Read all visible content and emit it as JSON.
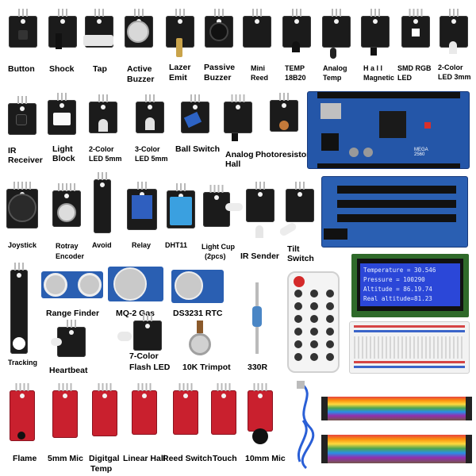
{
  "labels": {
    "button": "Button",
    "shock": "Shock",
    "tap": "Tap",
    "active_buzzer": [
      "Active",
      "Buzzer"
    ],
    "laser_emit": [
      "Lazer",
      "Emit"
    ],
    "passive_buzzer": [
      "Passive",
      "Buzzer"
    ],
    "mini_reed": [
      "Mini",
      "Reed"
    ],
    "temp": [
      "TEMP",
      "18B20"
    ],
    "analog_temp": [
      "Analog",
      "Temp"
    ],
    "hall_magnetic": [
      "H a l l",
      "Magnetic"
    ],
    "smd_rgb": [
      "SMD RGB",
      "LED"
    ],
    "two_color_3mm": [
      "2-Color",
      "LED 3mm"
    ],
    "ir_receiver": [
      "IR",
      "Receiver"
    ],
    "light_block": [
      "Light",
      "Block"
    ],
    "two_color_5mm": [
      "2-Color",
      "LED 5mm"
    ],
    "three_color_5mm": [
      "3-Color",
      "LED 5mm"
    ],
    "ball_switch": "Ball Switch",
    "analog_hall": [
      "Analog",
      "Hall"
    ],
    "photoresistor": "Photoresistor",
    "joystick": "Joystick",
    "rotary_encoder": [
      "Rotray",
      "Encoder"
    ],
    "avoid": "Avoid",
    "relay": "Relay",
    "dht11": "DHT11",
    "light_cup": [
      "Light Cup",
      "(2pcs)"
    ],
    "ir_sender": "IR Sender",
    "tilt_switch": [
      "Tilt",
      "Switch"
    ],
    "tracking": "Tracking",
    "range_finder": "Range Finder",
    "mq2": "MQ-2 Gas",
    "ds3231": "DS3231 RTC",
    "heartbeat": "Heartbeat",
    "seven_color": [
      "7-Color",
      "Flash LED"
    ],
    "trimpot": "10K Trimpot",
    "r330": "330R",
    "flame": "Flame",
    "mic5": "5mm Mic",
    "digital_temp": [
      "Digitgal",
      "Temp"
    ],
    "linear_hall": "Linear Hall",
    "reed_switch": "Reed Switch",
    "touch": "Touch",
    "mic10": "10mm Mic"
  },
  "lcd": {
    "lines": [
      "Temperature = 30.546",
      "Pressure = 100290",
      "Altitude = 86.19.74",
      "Real altitude=81.23"
    ]
  },
  "board": {
    "label": "MEGA 2560"
  },
  "colors": {
    "module_black": "#1b1b1b",
    "module_red": "#c9202e",
    "board_blue": "#1f4f9c",
    "lcd_blue": "#2b47d8",
    "lcd_text": "#e8f0ff"
  }
}
